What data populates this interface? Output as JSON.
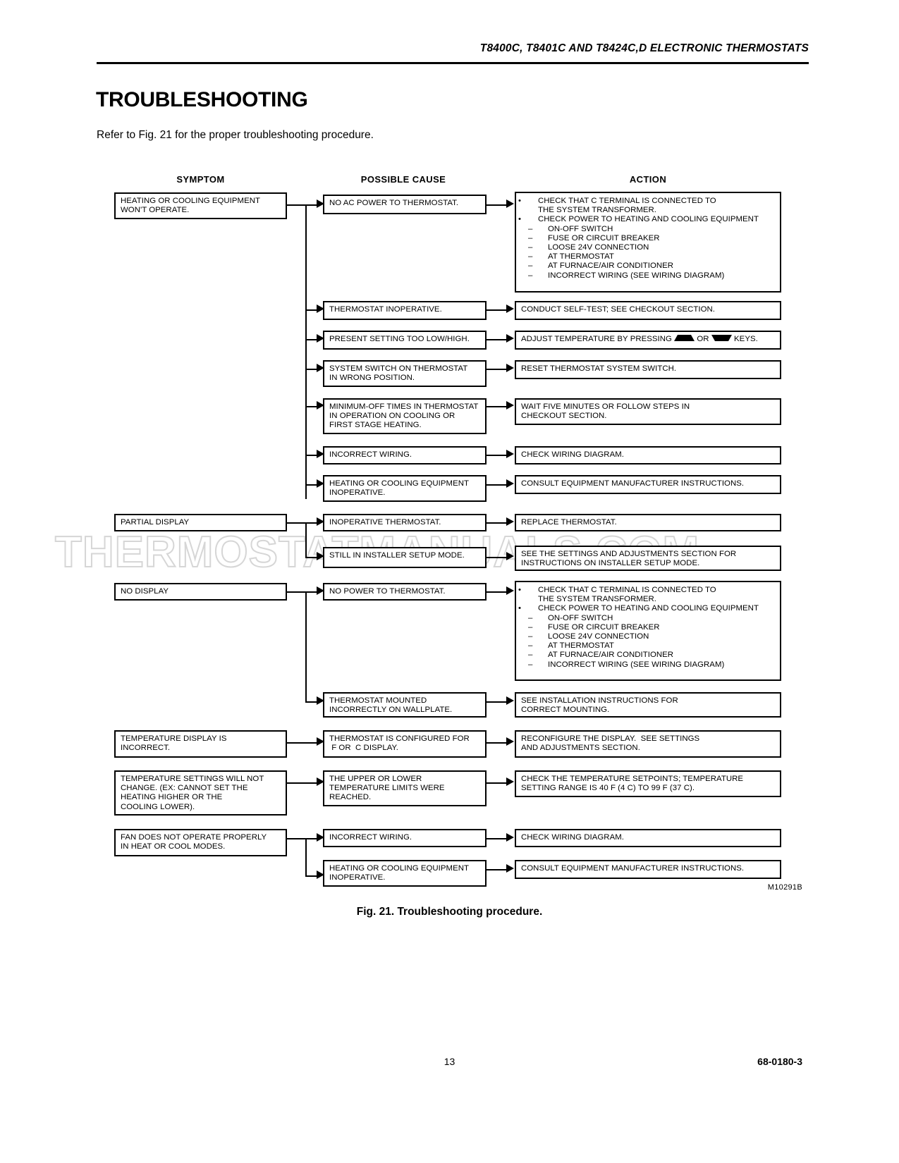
{
  "header": {
    "running_head": "T8400C, T8401C AND T8424C,D ELECTRONIC THERMOSTATS"
  },
  "page": {
    "title": "TROUBLESHOOTING",
    "intro": "Refer to Fig. 21 for the proper troubleshooting procedure.",
    "figure_id": "M10291B",
    "caption": "Fig. 21. Troubleshooting procedure.",
    "page_number": "13",
    "document_number": "68-0180-3",
    "watermark": "THERMOSTATMANUALS.COM"
  },
  "columns": {
    "symptom": "SYMPTOM",
    "possible_cause": "POSSIBLE CAUSE",
    "action": "ACTION"
  },
  "flow": {
    "symptoms": [
      {
        "l1": "HEATING OR COOLING EQUIPMENT",
        "l2": "WON'T OPERATE."
      },
      {
        "l1": "PARTIAL DISPLAY",
        "l2": ""
      },
      {
        "l1": "NO DISPLAY",
        "l2": ""
      },
      {
        "l1": "TEMPERATURE DISPLAY IS",
        "l2": "INCORRECT."
      },
      {
        "l1": "TEMPERATURE SETTINGS WILL NOT",
        "l2": "CHANGE. (EX: CANNOT SET THE",
        "l3": "HEATING HIGHER OR THE",
        "l4": "COOLING LOWER)."
      },
      {
        "l1": "FAN DOES NOT OPERATE PROPERLY",
        "l2": "IN HEAT OR COOL MODES."
      }
    ],
    "causes": [
      {
        "l1": "NO AC POWER TO THERMOSTAT.",
        "l2": ""
      },
      {
        "l1": "THERMOSTAT INOPERATIVE.",
        "l2": ""
      },
      {
        "l1": "PRESENT SETTING TOO LOW/HIGH.",
        "l2": ""
      },
      {
        "l1": "SYSTEM SWITCH ON THERMOSTAT",
        "l2": "IN WRONG POSITION."
      },
      {
        "l1": "MINIMUM-OFF TIMES IN THERMOSTAT",
        "l2": "IN OPERATION ON COOLING OR",
        "l3": "FIRST STAGE HEATING."
      },
      {
        "l1": "INCORRECT WIRING.",
        "l2": ""
      },
      {
        "l1": "HEATING OR COOLING EQUIPMENT",
        "l2": "INOPERATIVE."
      },
      {
        "l1": "INOPERATIVE THERMOSTAT.",
        "l2": ""
      },
      {
        "l1": "STILL IN INSTALLER SETUP MODE.",
        "l2": ""
      },
      {
        "l1": "NO POWER TO THERMOSTAT.",
        "l2": ""
      },
      {
        "l1": "THERMOSTAT MOUNTED",
        "l2": "INCORRECTLY ON WALLPLATE."
      },
      {
        "l1": "THERMOSTAT IS CONFIGURED FOR",
        "l2": " F OR  C DISPLAY."
      },
      {
        "l1": "THE UPPER OR LOWER",
        "l2": "TEMPERATURE LIMITS WERE",
        "l3": "REACHED."
      },
      {
        "l1": "INCORRECT WIRING.",
        "l2": ""
      },
      {
        "l1": "HEATING OR COOLING EQUIPMENT",
        "l2": "INOPERATIVE."
      }
    ],
    "actions": [
      {
        "bullets": [
          {
            "type": "bullet",
            "text": "CHECK THAT C TERMINAL IS CONNECTED TO"
          },
          {
            "type": "cont",
            "text": "THE SYSTEM TRANSFORMER."
          },
          {
            "type": "bullet",
            "text": "CHECK POWER TO HEATING AND COOLING EQUIPMENT"
          },
          {
            "type": "dash",
            "text": "ON-OFF SWITCH"
          },
          {
            "type": "dash",
            "text": "FUSE OR CIRCUIT BREAKER"
          },
          {
            "type": "dash",
            "text": "LOOSE 24V CONNECTION"
          },
          {
            "type": "dash",
            "text": "AT THERMOSTAT"
          },
          {
            "type": "dash",
            "text": "AT FURNACE/AIR CONDITIONER"
          },
          {
            "type": "dash",
            "text": "INCORRECT WIRING (SEE WIRING DIAGRAM)"
          }
        ]
      },
      {
        "l1": "CONDUCT SELF-TEST; SEE CHECKOUT SECTION.",
        "l2": ""
      },
      {
        "pre": "ADJUST TEMPERATURE BY PRESSING ",
        "mid": " OR ",
        "post": " KEYS."
      },
      {
        "l1": "RESET THERMOSTAT SYSTEM SWITCH.",
        "l2": ""
      },
      {
        "l1": "WAIT FIVE MINUTES OR FOLLOW STEPS IN",
        "l2": "CHECKOUT SECTION."
      },
      {
        "l1": "CHECK WIRING DIAGRAM.",
        "l2": ""
      },
      {
        "l1": "CONSULT EQUIPMENT MANUFACTURER INSTRUCTIONS.",
        "l2": ""
      },
      {
        "l1": "REPLACE THERMOSTAT.",
        "l2": ""
      },
      {
        "l1": "SEE THE SETTINGS AND ADJUSTMENTS SECTION FOR",
        "l2": "INSTRUCTIONS ON INSTALLER SETUP MODE."
      },
      {
        "bullets": [
          {
            "type": "bullet",
            "text": "CHECK THAT C TERMINAL IS CONNECTED TO"
          },
          {
            "type": "cont",
            "text": "THE SYSTEM TRANSFORMER."
          },
          {
            "type": "bullet",
            "text": "CHECK POWER TO HEATING AND COOLING EQUIPMENT"
          },
          {
            "type": "dash",
            "text": "ON-OFF SWITCH"
          },
          {
            "type": "dash",
            "text": "FUSE OR CIRCUIT BREAKER"
          },
          {
            "type": "dash",
            "text": "LOOSE 24V CONNECTION"
          },
          {
            "type": "dash",
            "text": "AT THERMOSTAT"
          },
          {
            "type": "dash",
            "text": "AT FURNACE/AIR CONDITIONER"
          },
          {
            "type": "dash",
            "text": "INCORRECT WIRING (SEE WIRING DIAGRAM)"
          }
        ]
      },
      {
        "l1": "SEE INSTALLATION INSTRUCTIONS FOR",
        "l2": "CORRECT MOUNTING."
      },
      {
        "l1": "RECONFIGURE THE DISPLAY.  SEE SETTINGS",
        "l2": "AND ADJUSTMENTS SECTION."
      },
      {
        "l1": "CHECK THE TEMPERATURE SETPOINTS; TEMPERATURE",
        "l2": "SETTING RANGE IS 40 F (4 C) TO 99 F (37 C)."
      },
      {
        "l1": "CHECK WIRING DIAGRAM.",
        "l2": ""
      },
      {
        "l1": "CONSULT EQUIPMENT MANUFACTURER INSTRUCTIONS.",
        "l2": ""
      }
    ]
  }
}
